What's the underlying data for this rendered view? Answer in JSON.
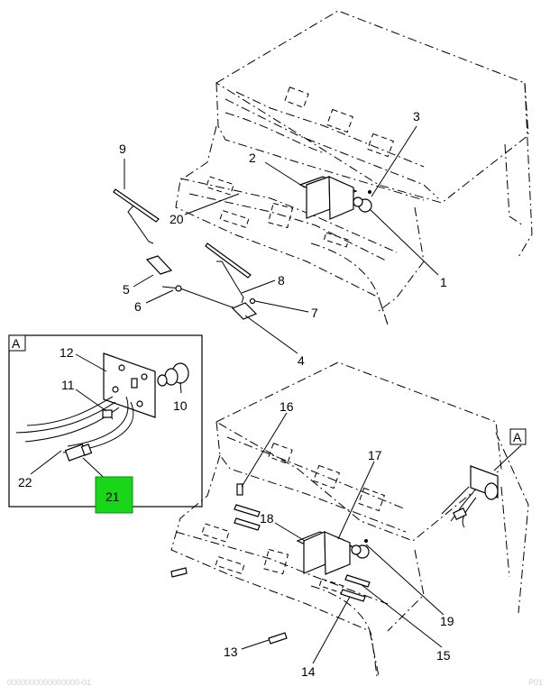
{
  "callouts_top": [
    "1",
    "2",
    "3",
    "4",
    "5",
    "6",
    "7",
    "8",
    "9",
    "20"
  ],
  "callouts_detail": [
    "A",
    "10",
    "11",
    "12",
    "21",
    "22"
  ],
  "callouts_bottom": [
    "A",
    "13",
    "14",
    "15",
    "16",
    "17",
    "18",
    "19"
  ],
  "highlight": {
    "label": "21",
    "color": "#1ad61a"
  },
  "footer_left": "0000000000000000-01",
  "footer_right": "P01"
}
